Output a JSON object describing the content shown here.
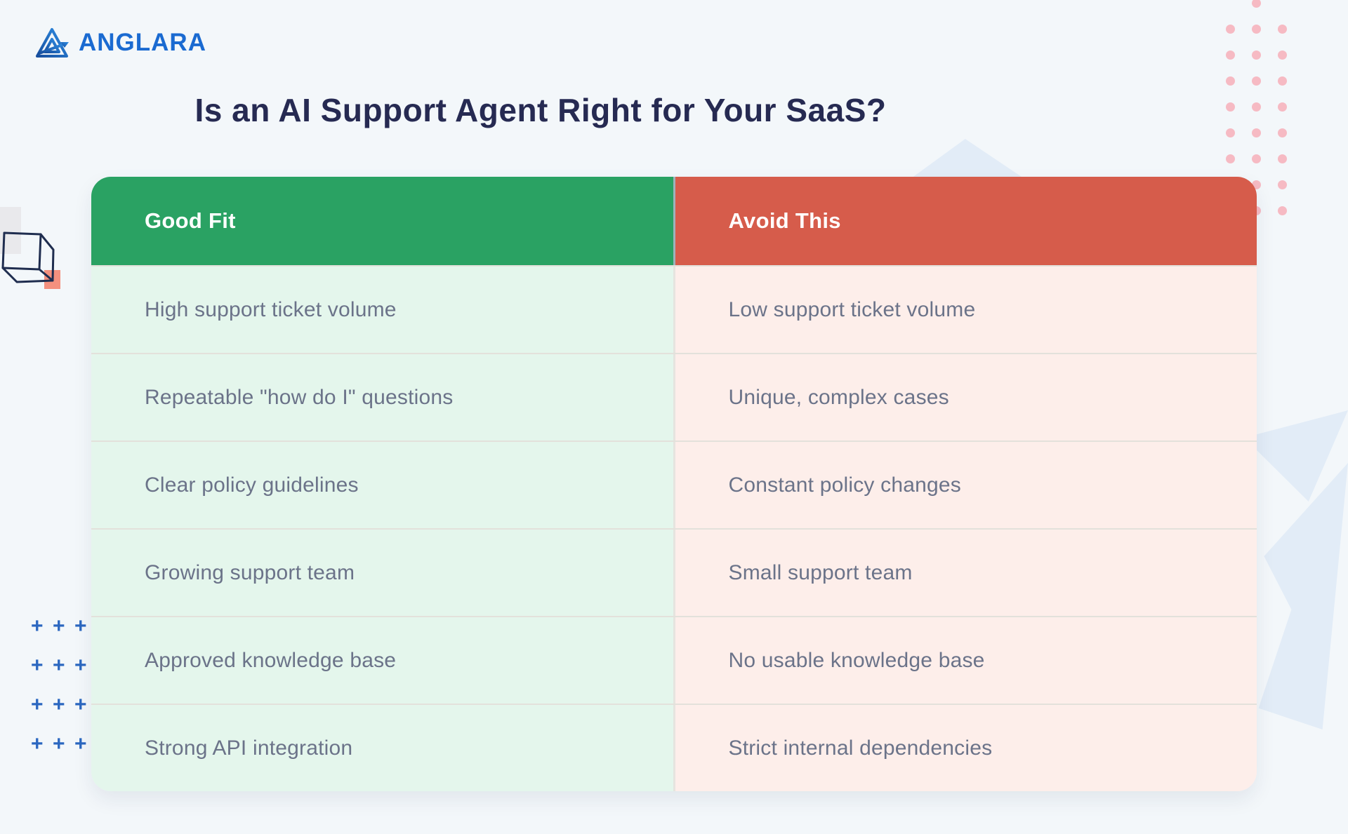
{
  "page": {
    "background": "#f3f7fa"
  },
  "brand": {
    "name": "ANGLARA",
    "color": "#1a6ad1",
    "icon": "triangle-arrow-logo-icon"
  },
  "title": {
    "text": "Is an AI Support Agent Right for Your SaaS?",
    "color": "#262a52"
  },
  "comparison_table": {
    "good_column": {
      "header": "Good Fit",
      "header_bg": "#2aa263",
      "cell_bg": "#e4f6ec"
    },
    "avoid_column": {
      "header": "Avoid This",
      "header_bg": "#d65c4b",
      "cell_bg": "#fdeeea"
    },
    "text_color": "#6b7389",
    "rows": [
      {
        "good": "High support ticket volume",
        "avoid": "Low support ticket volume"
      },
      {
        "good": "Repeatable \"how do I\" questions",
        "avoid": "Unique, complex cases"
      },
      {
        "good": "Clear policy guidelines",
        "avoid": "Constant policy changes"
      },
      {
        "good": "Growing support team",
        "avoid": "Small support team"
      },
      {
        "good": "Approved knowledge base",
        "avoid": "No usable knowledge base"
      },
      {
        "good": "Strong API integration",
        "avoid": "Strict internal dependencies"
      }
    ]
  },
  "decorations": {
    "dot_grid": {
      "rows": 9,
      "cols": 3,
      "color": "#f6bac3",
      "skip_cells": [
        [
          0,
          0
        ],
        [
          0,
          2
        ]
      ]
    },
    "plus_grid": {
      "rows": 4,
      "cols": 3,
      "symbol": "+",
      "color": "#2b67c0"
    },
    "cube_outline_color": "#1f2d4f",
    "salmon_square_color": "#f4907e",
    "gray_square_color": "#e9e9ec",
    "light_triangle_color": "#e2ecf7"
  }
}
